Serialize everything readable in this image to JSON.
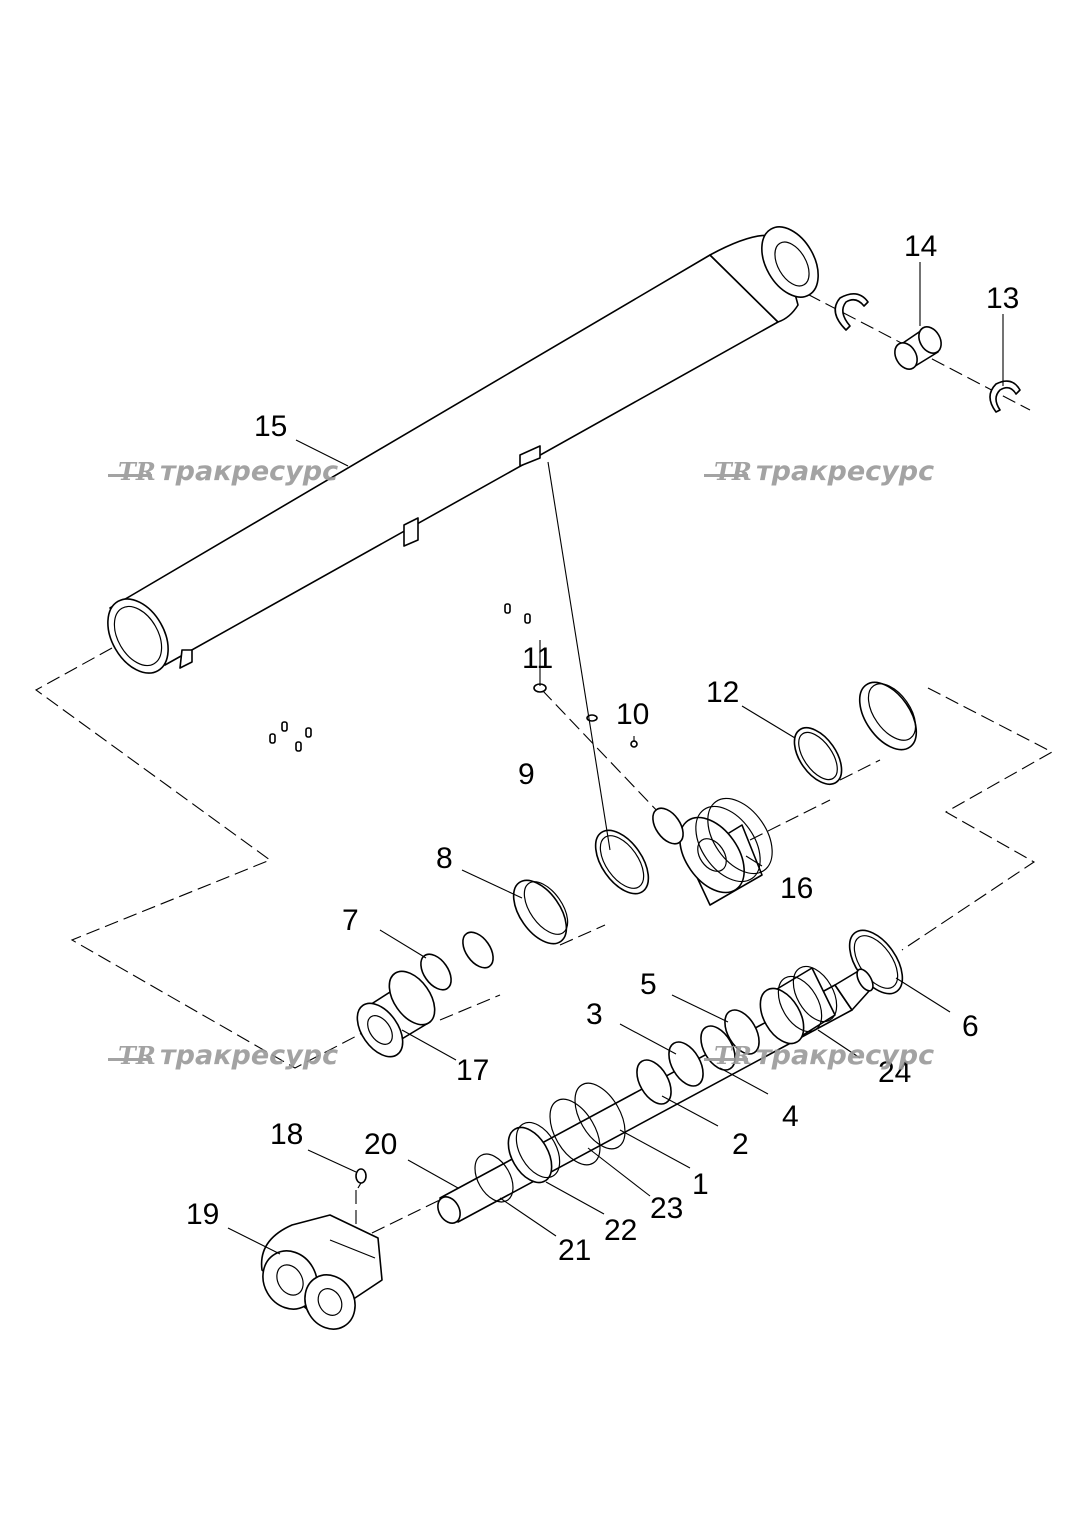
{
  "watermark": {
    "logo": "TR",
    "text": "тракресурс"
  },
  "callouts": [
    {
      "id": "1",
      "label": "1"
    },
    {
      "id": "2",
      "label": "2"
    },
    {
      "id": "3",
      "label": "3"
    },
    {
      "id": "4",
      "label": "4"
    },
    {
      "id": "5",
      "label": "5"
    },
    {
      "id": "6",
      "label": "6"
    },
    {
      "id": "7",
      "label": "7"
    },
    {
      "id": "8",
      "label": "8"
    },
    {
      "id": "9",
      "label": "9"
    },
    {
      "id": "10",
      "label": "10"
    },
    {
      "id": "11",
      "label": "11"
    },
    {
      "id": "12",
      "label": "12"
    },
    {
      "id": "13",
      "label": "13"
    },
    {
      "id": "14",
      "label": "14"
    },
    {
      "id": "15",
      "label": "15"
    },
    {
      "id": "16",
      "label": "16"
    },
    {
      "id": "17",
      "label": "17"
    },
    {
      "id": "18",
      "label": "18"
    },
    {
      "id": "19",
      "label": "19"
    },
    {
      "id": "20",
      "label": "20"
    },
    {
      "id": "21",
      "label": "21"
    },
    {
      "id": "22",
      "label": "22"
    },
    {
      "id": "23",
      "label": "23"
    },
    {
      "id": "24",
      "label": "24"
    }
  ]
}
